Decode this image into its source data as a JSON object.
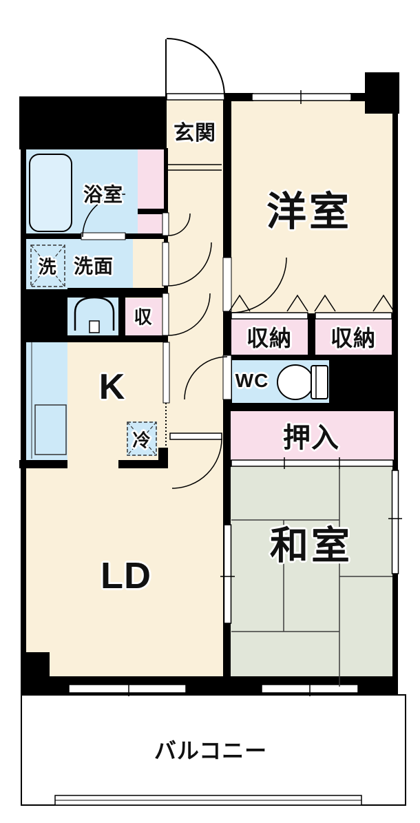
{
  "floorplan": {
    "labels": {
      "genkan": "玄関",
      "yoshitsu": "洋室",
      "bathroom": "浴室",
      "laundry": "洗",
      "senmen": "洗面",
      "shu": "収",
      "kitchen": "K",
      "fridge": "冷",
      "shuno1": "収納",
      "shuno2": "収納",
      "wc": "WC",
      "oshiire": "押入",
      "ld": "LD",
      "washitsu": "和室",
      "balcony": "バルコニー"
    },
    "colors": {
      "wall": "#000000",
      "room_floor": "#FAF0DA",
      "water_area": "#CDE9F8",
      "storage": "#F9DEEA",
      "tatami": "#E1E6D9",
      "background": "#FFFFFF"
    }
  }
}
